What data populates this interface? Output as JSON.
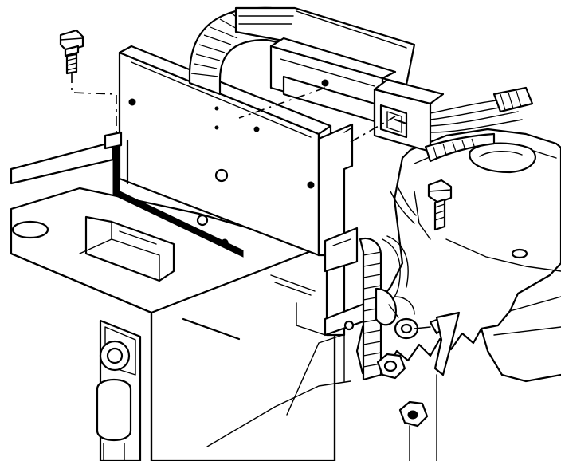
{
  "figure": {
    "kind": "line-art service illustration",
    "parts": [
      "retaining-bolt",
      "module-bracket",
      "control-module",
      "wiring-harness",
      "harness-connector",
      "mounting-box",
      "ground-bolt",
      "wire-terminal",
      "mounting-nut",
      "housing",
      "side-connector"
    ]
  }
}
